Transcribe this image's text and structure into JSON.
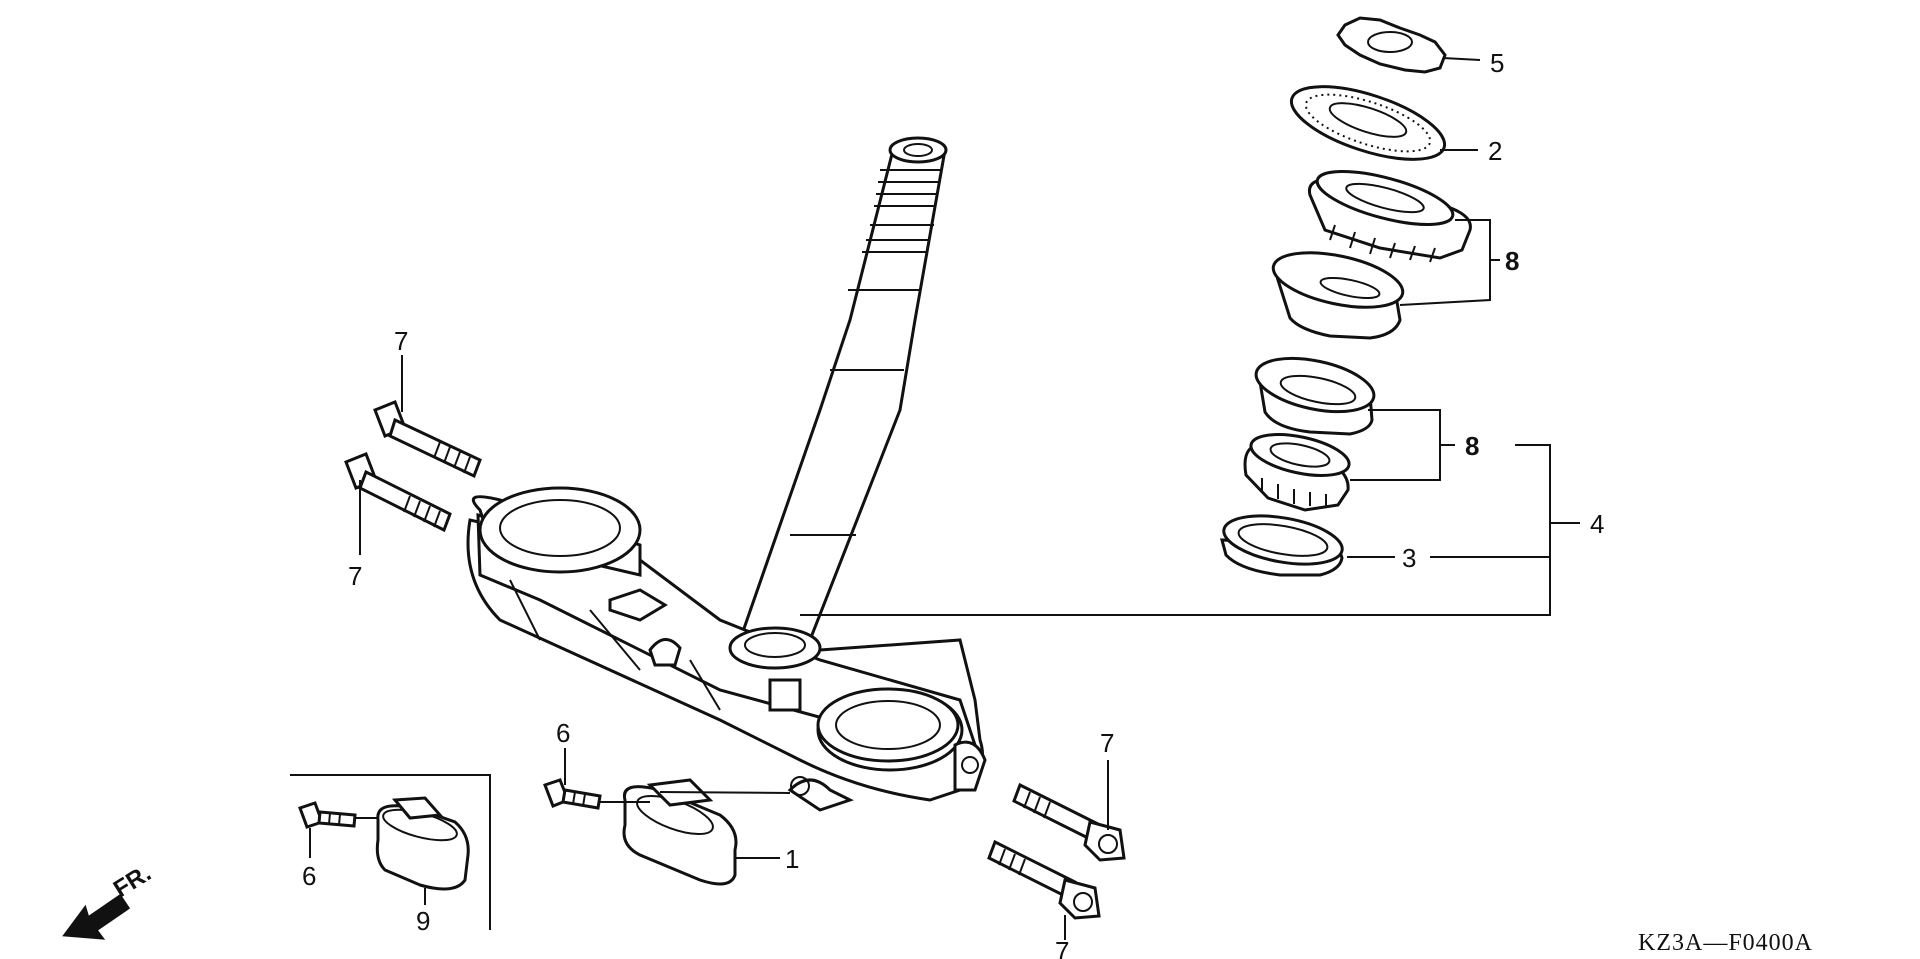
{
  "diagram": {
    "callouts": {
      "c1": "1",
      "c2": "2",
      "c3": "3",
      "c4": "4",
      "c5": "5",
      "c6a": "6",
      "c6b": "6",
      "c7a": "7",
      "c7b": "7",
      "c7c": "7",
      "c7d": "7",
      "c8a": "8",
      "c8b": "8",
      "c9": "9"
    },
    "direction_label": "FR.",
    "figure_code": "KZ3A—F0400A"
  }
}
